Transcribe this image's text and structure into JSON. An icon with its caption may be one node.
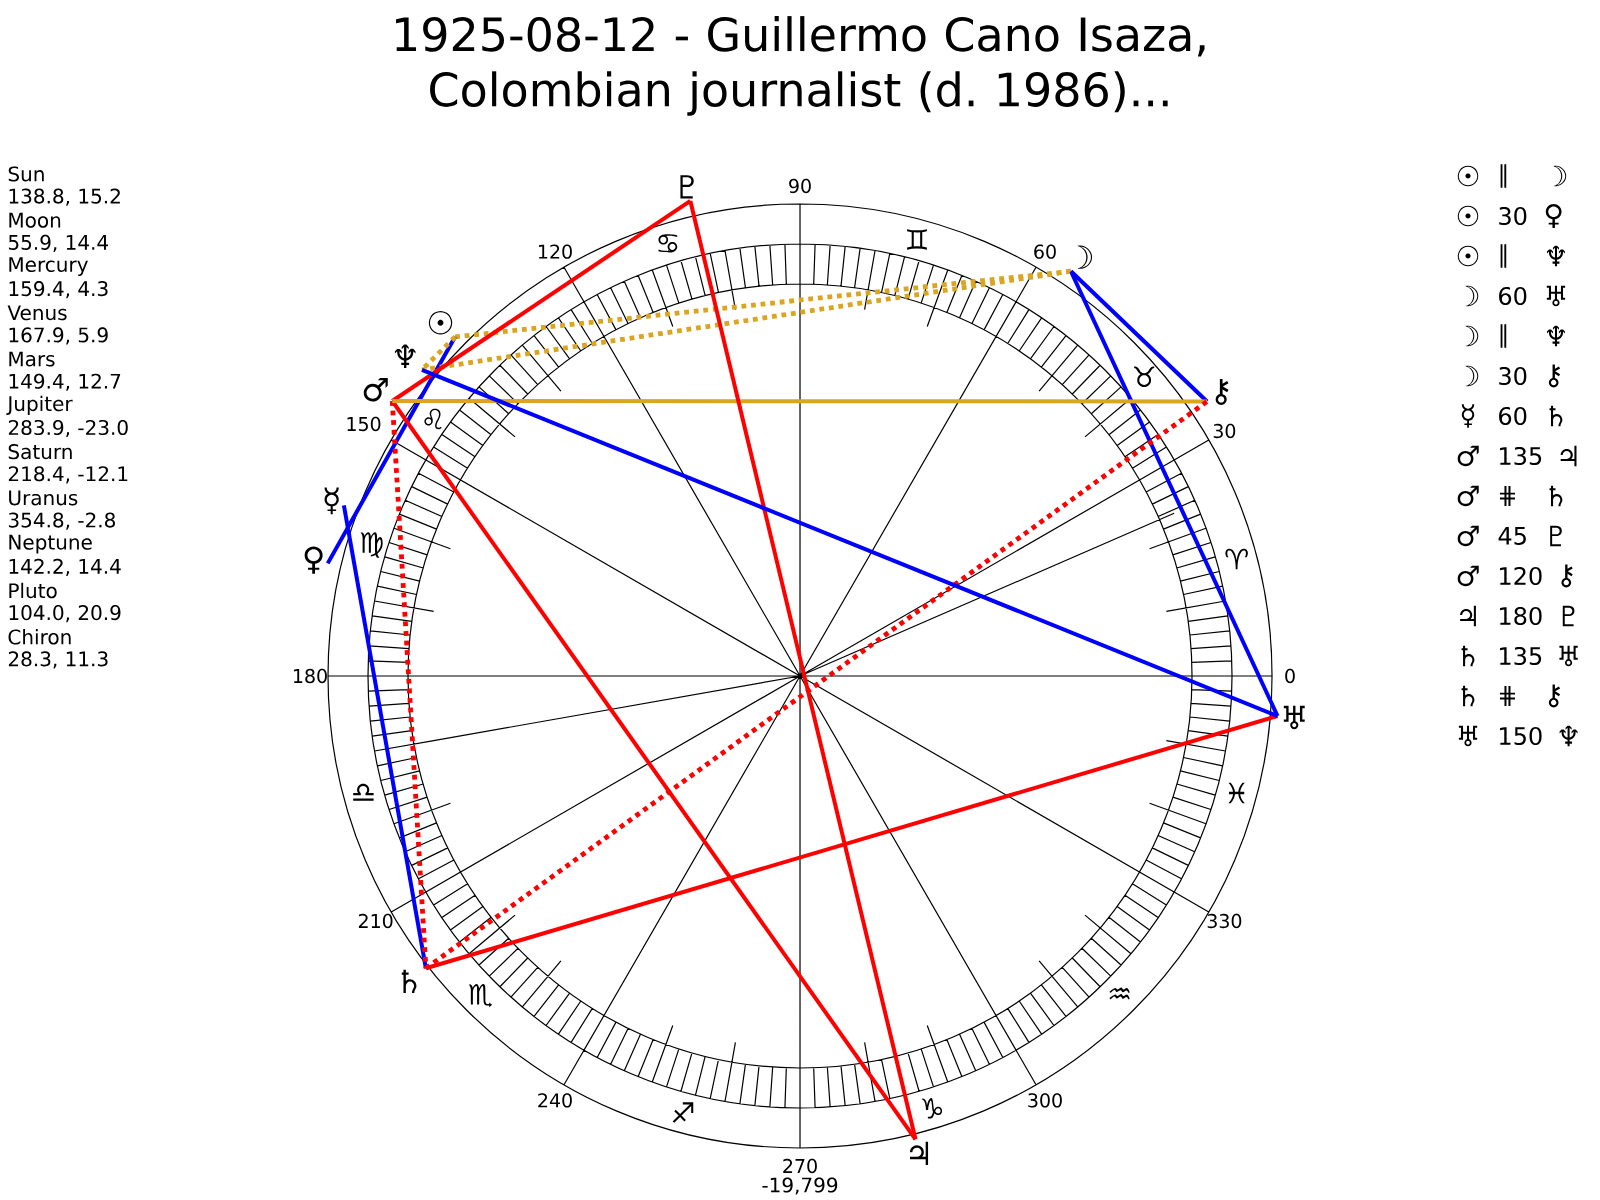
{
  "diagram": {
    "title": "1925-08-12 - Guillermo Cano Isaza, Colombian journalist (d. 1986)...",
    "nodes": [
      {
        "text": [
          "☉"
        ]
      },
      {
        "text": [
          "☽"
        ]
      },
      {
        "text": [
          "☿"
        ]
      },
      {
        "text": [
          "♀"
        ]
      },
      {
        "text": [
          "♂"
        ]
      },
      {
        "text": [
          "♃"
        ]
      },
      {
        "text": [
          "♄"
        ]
      },
      {
        "text": [
          "♅"
        ]
      },
      {
        "text": [
          "♆"
        ]
      },
      {
        "text": [
          "♇"
        ]
      },
      {
        "text": [
          "⚷"
        ]
      }
    ],
    "edges": [
      {
        "from": 0,
        "to": 1,
        "arrow": "none",
        "style": "dashed",
        "color": "#daa520"
      },
      {
        "from": 0,
        "to": 3,
        "arrow": "none",
        "color": "#0000ff"
      },
      {
        "from": 0,
        "to": 8,
        "arrow": "none",
        "style": "dashed",
        "color": "#daa520"
      },
      {
        "from": 1,
        "to": 7,
        "arrow": "none",
        "color": "#0000ff"
      },
      {
        "from": 1,
        "to": 8,
        "arrow": "none",
        "style": "dashed",
        "color": "#daa520"
      },
      {
        "from": 1,
        "to": 10,
        "arrow": "none",
        "color": "#0000ff"
      },
      {
        "from": 2,
        "to": 6,
        "arrow": "none",
        "color": "#0000ff"
      },
      {
        "from": 4,
        "to": 5,
        "arrow": "none",
        "color": "#ff0000"
      },
      {
        "from": 4,
        "to": 6,
        "arrow": "none",
        "style": "dashed",
        "color": "#ff0000"
      },
      {
        "from": 4,
        "to": 9,
        "arrow": "none",
        "color": "#ff0000"
      },
      {
        "from": 4,
        "to": 10,
        "arrow": "none",
        "color": "#daa520"
      },
      {
        "from": 5,
        "to": 9,
        "arrow": "none",
        "color": "#ff0000"
      },
      {
        "from": 6,
        "to": 7,
        "arrow": "none",
        "color": "#ff0000"
      },
      {
        "from": 6,
        "to": 10,
        "arrow": "none",
        "style": "dashed",
        "color": "#ff0000"
      },
      {
        "from": 7,
        "to": 8,
        "arrow": "none",
        "color": "#0000ff"
      }
    ],
    "labels": [
      "Sun",
      "138.8, 15.2",
      "Moon",
      "55.9, 14.4",
      "Mercury",
      "159.4, 4.3",
      "Venus",
      "167.9, 5.9",
      "Mars",
      "149.4, 12.7",
      "Jupiter",
      "283.9, -23.0",
      "Saturn",
      "218.4, -12.1",
      "Uranus",
      "354.8, -2.8",
      "Neptune",
      "142.2, 14.4",
      "Pluto",
      "104.0, 20.9",
      "Chiron",
      "28.3, 11.3",
      "☉",
      "∥",
      "☽",
      "☉",
      "30",
      "♀",
      "☉",
      "∥",
      "♆",
      "☽",
      "60",
      "♅",
      "☽",
      "∥",
      "♆",
      "☽",
      "30",
      "⚷",
      "☿",
      "60",
      "♄",
      "♂",
      "135",
      "♃",
      "♂",
      "⋕",
      "♄",
      "♂",
      "45",
      "♇",
      "♂",
      "120",
      "⚷",
      "♃",
      "180",
      "♇",
      "♄",
      "135",
      "♅",
      "♄",
      "⋕",
      "⚷",
      "♅",
      "150",
      "♆",
      "90",
      "♋",
      "♊",
      "120",
      "60",
      "♌",
      "♉",
      "150",
      "30",
      "♍",
      "♈",
      "180",
      "0",
      "♎",
      "♓",
      "210",
      "330",
      "♏",
      "♒",
      "240",
      "300",
      "♐",
      "♑",
      "270",
      "-19,799"
    ]
  }
}
